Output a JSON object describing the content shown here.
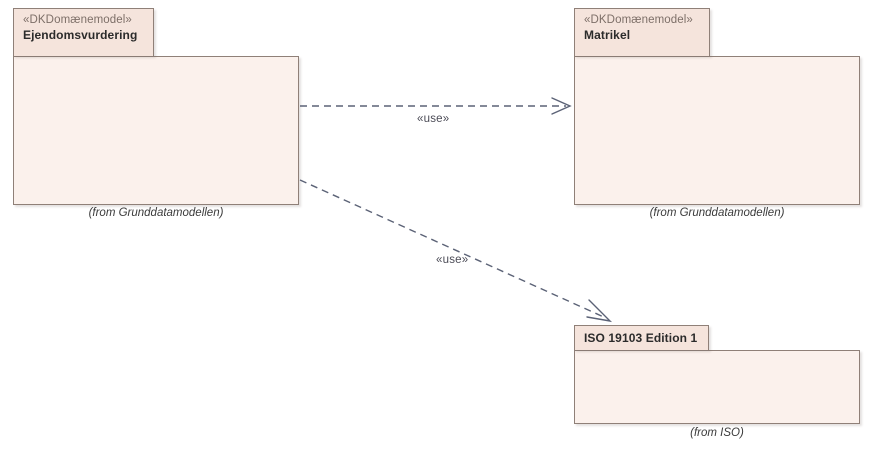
{
  "diagram": {
    "type": "uml-package-diagram",
    "background": "#ffffff",
    "packages": [
      {
        "id": "ejendomsvurdering",
        "stereotype": "«DKDomænemodel»",
        "name": "Ejendomsvurdering",
        "caption": "(from Grunddatamodellen)",
        "tab_fill": "#f5e4dc",
        "body_fill": "#fbf1ec",
        "border": "#8f8078"
      },
      {
        "id": "matrikel",
        "stereotype": "«DKDomænemodel»",
        "name": "Matrikel",
        "caption": "(from Grunddatamodellen)",
        "tab_fill": "#f5e4dc",
        "body_fill": "#fbf1ec",
        "border": "#8f8078"
      },
      {
        "id": "iso-19103",
        "stereotype": "",
        "name": "ISO 19103 Edition 1",
        "caption": "(from ISO)",
        "tab_fill": "#f5e4dc",
        "body_fill": "#fbf1ec",
        "border": "#8f8078"
      }
    ],
    "dependencies": [
      {
        "id": "dep-ejendomsvurdering-matrikel",
        "label": "«use»",
        "source": "Ejendomsvurdering",
        "target": "Matrikel",
        "line_style": "dashed",
        "arrowhead": "open",
        "color": "#5b6276"
      },
      {
        "id": "dep-ejendomsvurdering-iso",
        "label": "«use»",
        "source": "Ejendomsvurdering",
        "target": "ISO 19103 Edition 1",
        "line_style": "dashed",
        "arrowhead": "open",
        "color": "#5b6276"
      }
    ]
  }
}
